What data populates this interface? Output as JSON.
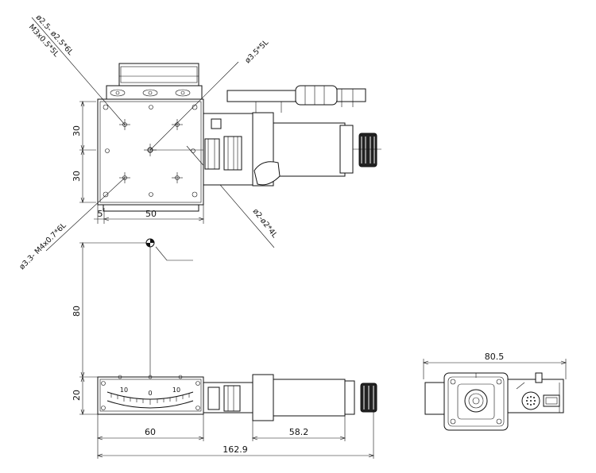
{
  "top_view": {
    "hole_label_top_a": "ø2.5- ø2.5*6L",
    "hole_label_top_b": "M3x0.5*5L",
    "hole_label_center": "ø3.5*5L",
    "hole_label_bottom": "ø3.3- M4x0.7*6L",
    "pin_label": "ø2-ø2*4L",
    "dim_vertical_upper": "30",
    "dim_vertical_lower": "30",
    "dim_offset": "5",
    "dim_width": "50"
  },
  "side_view": {
    "dim_travel": "80",
    "dim_height": "20",
    "scale_left": "10",
    "scale_center": "0",
    "scale_right": "10",
    "dim_stage": "60",
    "dim_motor": "58.2",
    "dim_total": "162.9"
  },
  "end_view": {
    "dim_width": "80.5"
  }
}
